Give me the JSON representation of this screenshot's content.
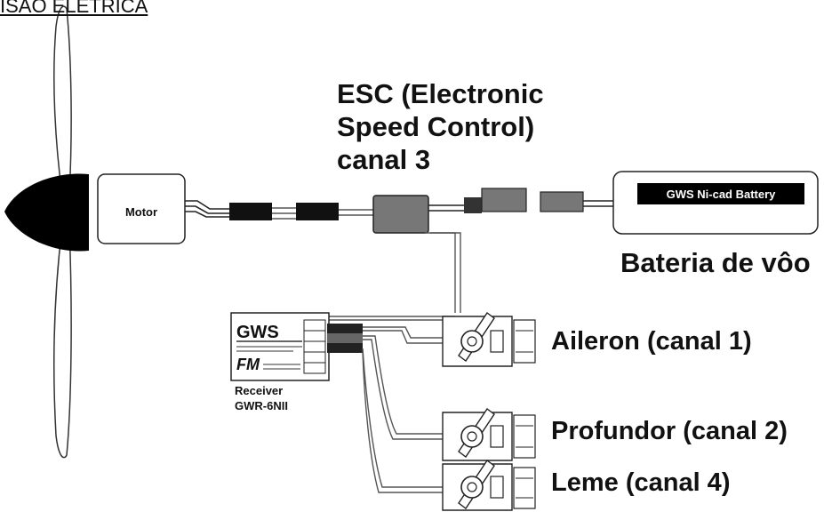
{
  "header": {
    "title": "ISÃO ELÉTRICA"
  },
  "esc": {
    "line1": "ESC (Electronic",
    "line2": "Speed Control)",
    "line3": "canal 3"
  },
  "motor": {
    "label": "Motor"
  },
  "battery": {
    "pack_label": "GWS Ni-cad Battery",
    "caption": "Bateria de vôo"
  },
  "receiver": {
    "brand": "GWS",
    "mode": "FM",
    "line1": "Receiver",
    "line2": "GWR-6NII"
  },
  "servos": [
    {
      "label": "Aileron (canal 1)"
    },
    {
      "label": "Profundor (canal 2)"
    },
    {
      "label": "Leme (canal 4)"
    }
  ]
}
